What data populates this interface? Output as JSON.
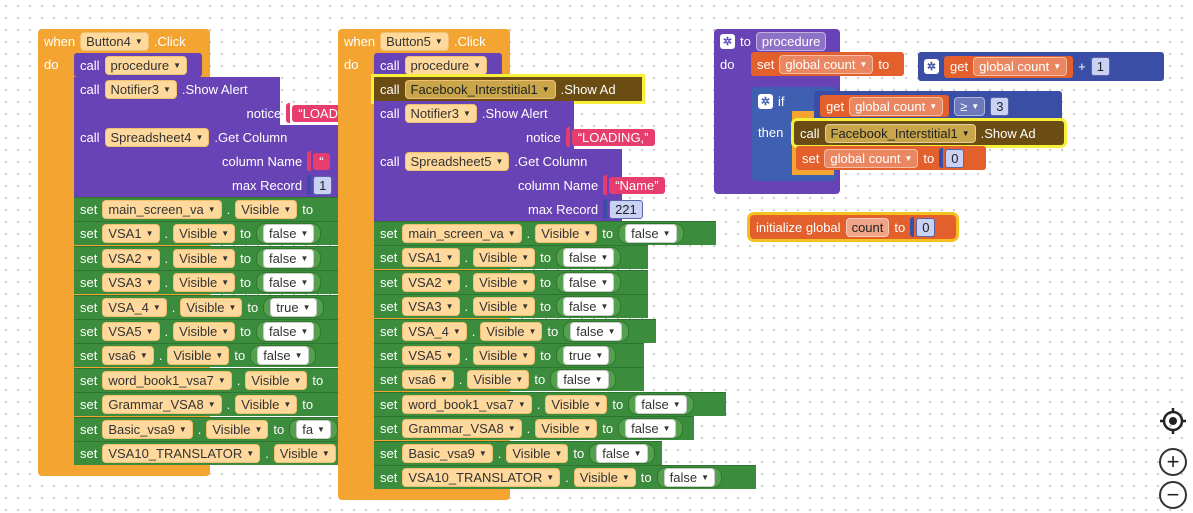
{
  "colors": {
    "event": "#f4a531",
    "procedure": "#6843b5",
    "set": "#3c8c3d",
    "var": "#e35f2c",
    "math": "#3b4ea5",
    "logic": "#3f5fb1",
    "bool": "#54a04f",
    "highlight": "#f6f03a"
  },
  "kw": {
    "when": "when",
    "do": "do",
    "call": "call",
    "set": "set",
    "to": "to",
    "click": ".Click",
    "visible": "Visible",
    "if": "if",
    "then": "then",
    "get": "get",
    "plus": "+",
    "gte": "≥",
    "show_alert": ".Show Alert",
    "get_column": ".Get Column",
    "show_ad": ".Show Ad",
    "notice": "notice",
    "column_name": "column Name",
    "max_record": "max Record",
    "init_global": "initialize global"
  },
  "event1": {
    "component": "Button4",
    "proc": "procedure",
    "notifier": "Notifier3",
    "notice_text": "LOAD",
    "sheet": "Spreadsheet4",
    "col_name": "“",
    "max_rec": "1",
    "sets": [
      {
        "c": "main_screen_va",
        "v": ""
      },
      {
        "c": "VSA1",
        "v": "false"
      },
      {
        "c": "VSA2",
        "v": "false"
      },
      {
        "c": "VSA3",
        "v": "false"
      },
      {
        "c": "VSA_4",
        "v": "true"
      },
      {
        "c": "VSA5",
        "v": "false"
      },
      {
        "c": "vsa6",
        "v": "false"
      },
      {
        "c": "word_book1_vsa7",
        "v": ""
      },
      {
        "c": "Grammar_VSA8",
        "v": ""
      },
      {
        "c": "Basic_vsa9",
        "v": "fa"
      },
      {
        "c": "VSA10_TRANSLATOR",
        "v": ""
      }
    ]
  },
  "event2": {
    "component": "Button5",
    "proc": "procedure",
    "fb": "Facebook_Interstitial1",
    "notifier": "Notifier3",
    "notice_text": "LOADING,",
    "sheet": "Spreadsheet5",
    "col_name": "Name",
    "max_rec": "221",
    "sets": [
      {
        "c": "main_screen_va",
        "v": "false"
      },
      {
        "c": "VSA1",
        "v": "false"
      },
      {
        "c": "VSA2",
        "v": "false"
      },
      {
        "c": "VSA3",
        "v": "false"
      },
      {
        "c": "VSA_4",
        "v": "false"
      },
      {
        "c": "VSA5",
        "v": "true"
      },
      {
        "c": "vsa6",
        "v": "false"
      },
      {
        "c": "word_book1_vsa7",
        "v": "false"
      },
      {
        "c": "Grammar_VSA8",
        "v": "false"
      },
      {
        "c": "Basic_vsa9",
        "v": "false"
      },
      {
        "c": "VSA10_TRANSLATOR",
        "v": "false"
      }
    ]
  },
  "procdef": {
    "title": "to",
    "name": "procedure",
    "var": "global count",
    "one": "1",
    "three": "3",
    "fb": "Facebook_Interstitial1"
  },
  "init": {
    "name": "count",
    "value": "0"
  },
  "controls": {
    "center": "target-icon",
    "zoom_in": "+",
    "zoom_out": "−"
  }
}
